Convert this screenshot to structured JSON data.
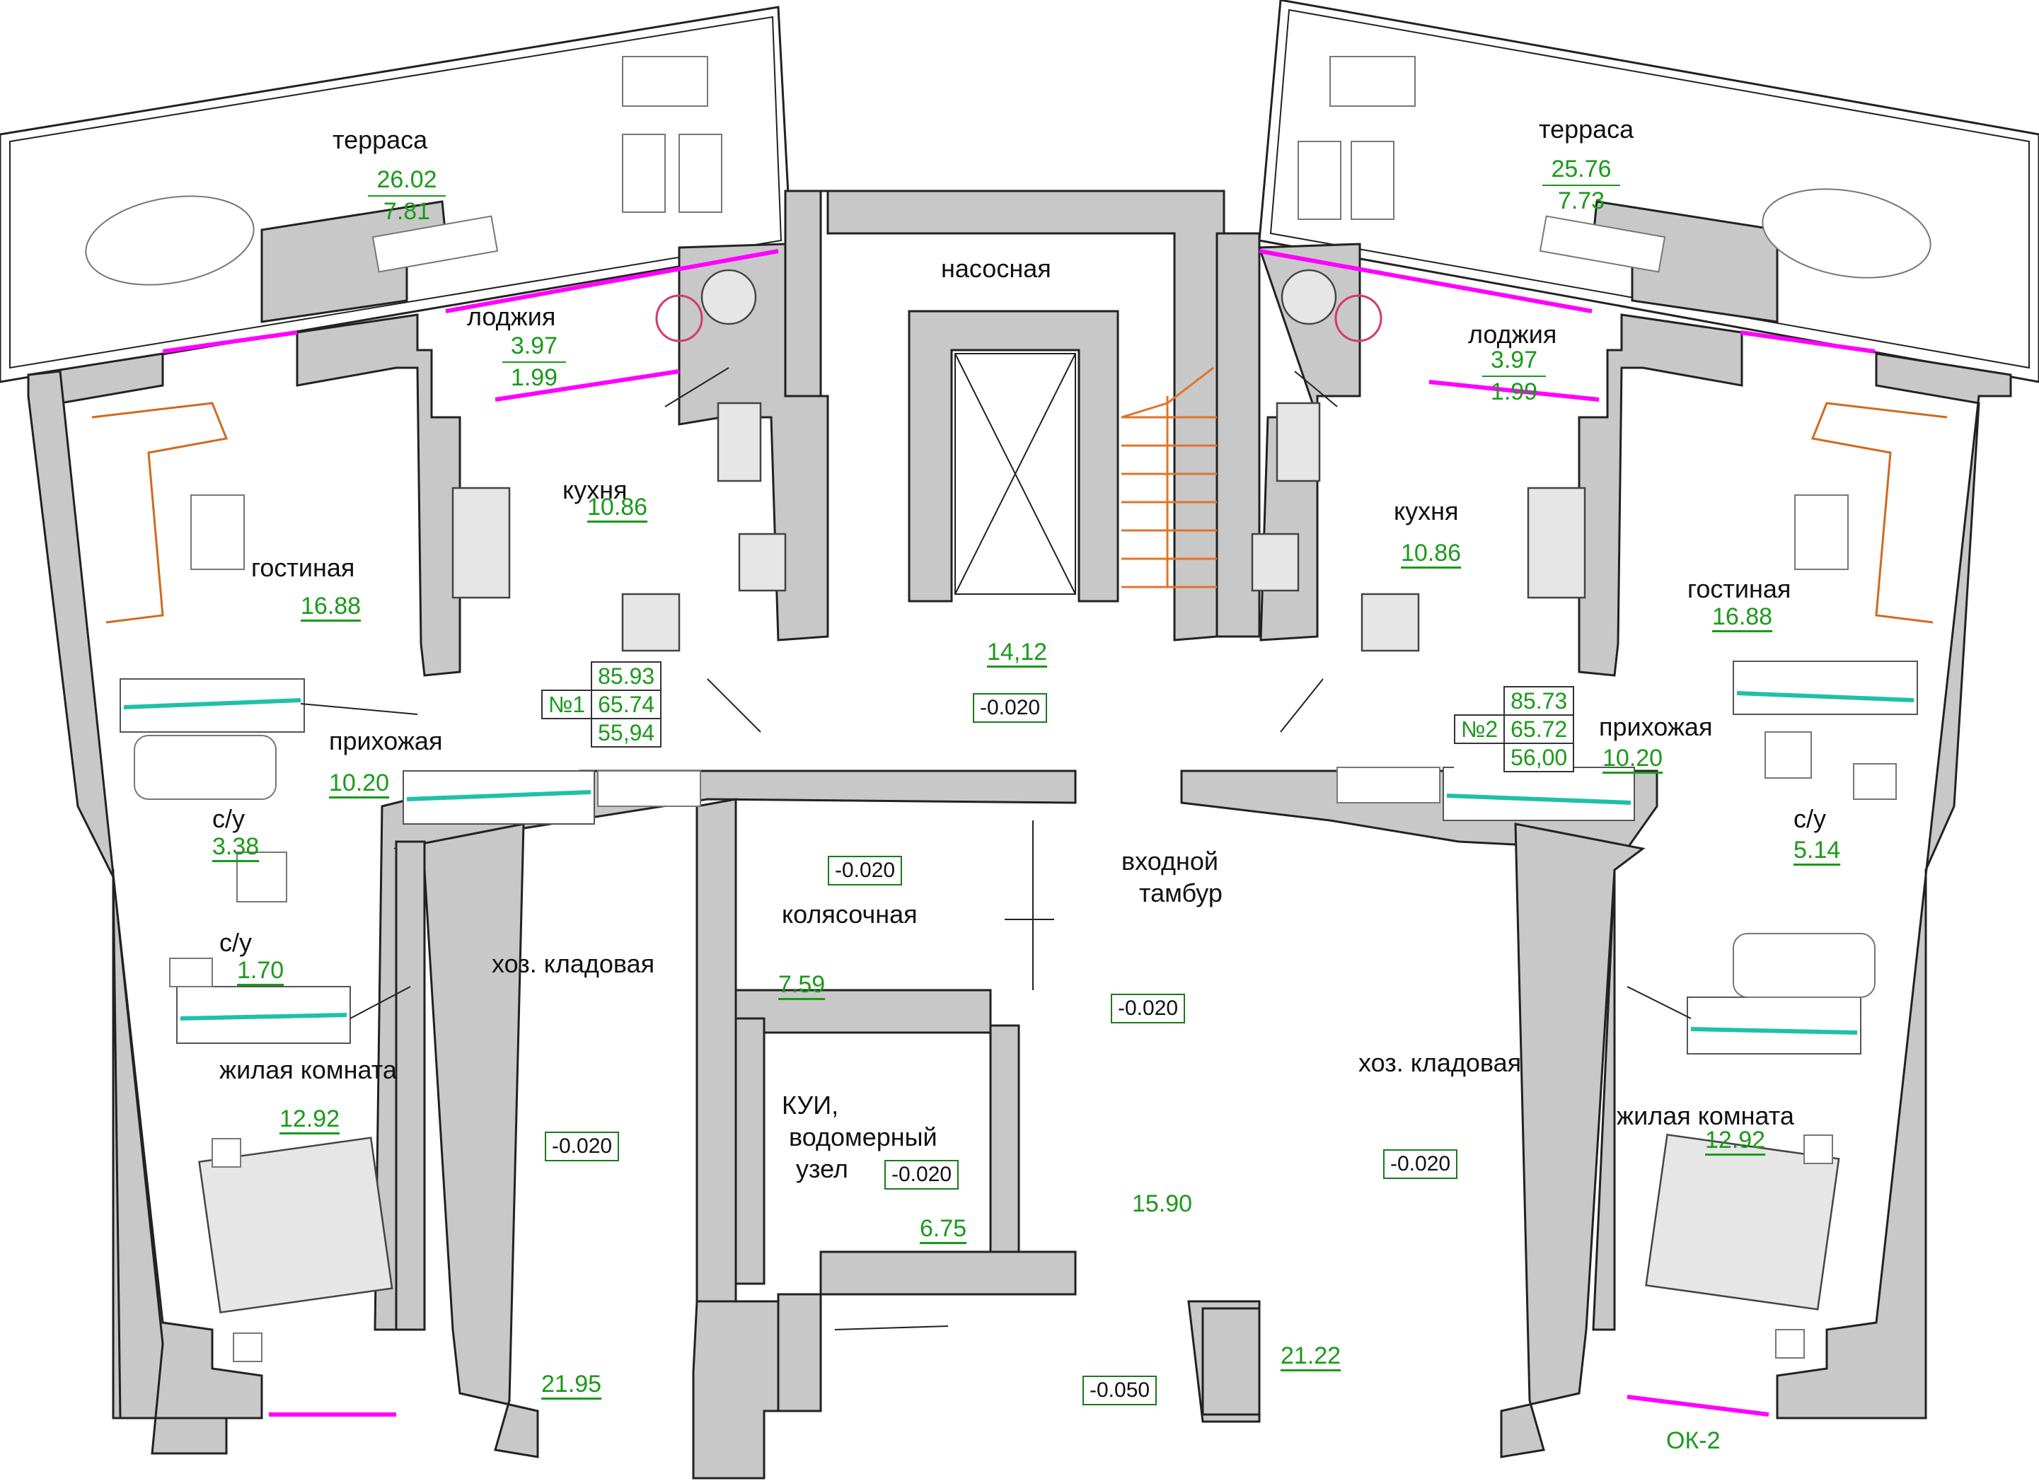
{
  "apartment_left": {
    "terrace": {
      "label": "терраса",
      "area_top": "26.02",
      "area_bottom": "7.81"
    },
    "loggia": {
      "label": "лоджия",
      "area_top": "3.97",
      "area_bottom": "1.99"
    },
    "kitchen": {
      "label": "кухня",
      "area": "10.86"
    },
    "living_room": {
      "label": "гостиная",
      "area": "16.88"
    },
    "hallway": {
      "label": "прихожая",
      "area": "10.20"
    },
    "bathroom": {
      "label": "с/у",
      "area": "3.38"
    },
    "wc": {
      "label": "с/у",
      "area": "1.70"
    },
    "bedroom": {
      "label": "жилая комната",
      "area": "12.92"
    },
    "summary": {
      "number": "№1",
      "total": "85.93",
      "living": "65.74",
      "other": "55,94"
    }
  },
  "apartment_right": {
    "terrace": {
      "label": "терраса",
      "area_top": "25.76",
      "area_bottom": "7.73"
    },
    "loggia": {
      "label": "лоджия",
      "area_top": "3.97",
      "area_bottom": "1.99"
    },
    "kitchen": {
      "label": "кухня",
      "area": "10.86"
    },
    "living_room": {
      "label": "гостиная",
      "area": "16.88"
    },
    "hallway": {
      "label": "прихожая",
      "area": "10.20"
    },
    "bathroom": {
      "label": "с/у",
      "area": "5.14"
    },
    "bedroom": {
      "label": "жилая комната",
      "area": "12.92"
    },
    "summary": {
      "number": "№2",
      "total": "85.73",
      "living": "65.72",
      "other": "56,00"
    }
  },
  "common": {
    "pump_room": {
      "label": "насосная"
    },
    "stair_hall": {
      "area": "14,12",
      "level": "-0.020"
    },
    "stroller_room": {
      "label": "колясочная",
      "area": "7.59",
      "level": "-0.020"
    },
    "meter_room": {
      "label_line1": "КУИ,",
      "label_line2": "водомерный",
      "label_line3": "узел",
      "area": "6.75",
      "level": "-0.020"
    },
    "vestibule": {
      "label_line1": "входной",
      "label_line2": "тамбур",
      "area": "15.90",
      "level": "-0.020"
    },
    "storage_left": {
      "label": "хоз. кладовая",
      "area": "21.95",
      "level": "-0.020"
    },
    "storage_right": {
      "label": "хоз. кладовая",
      "area": "21.22",
      "level": "-0.020"
    },
    "entrance_level": "-0.050",
    "window_mark": "ОК-2"
  },
  "colors": {
    "wall": "#c8c8c8",
    "window": "#ff00ff",
    "area_text": "#1a9a1a",
    "furniture_outline": "#d2691e",
    "accent_teal": "#20c0a8"
  }
}
